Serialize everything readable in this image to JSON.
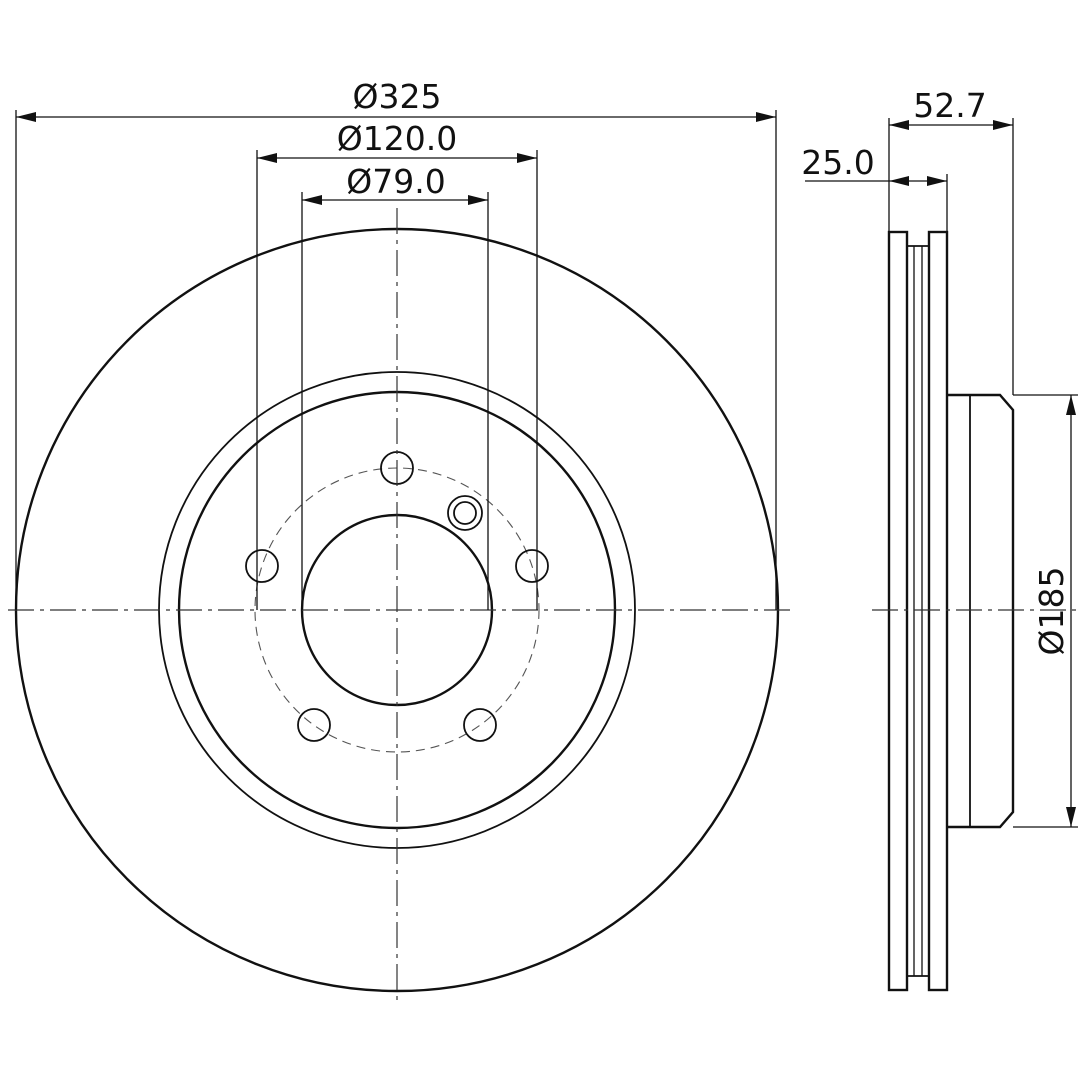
{
  "dimensions": {
    "outer_diameter": "Ø325",
    "hub_diameter": "Ø120.0",
    "center_bore": "Ø79.0",
    "total_height": "52.7",
    "disc_thickness": "25.0",
    "hat_diameter": "Ø185"
  },
  "colors": {
    "line": "#111111",
    "background": "#ffffff"
  }
}
